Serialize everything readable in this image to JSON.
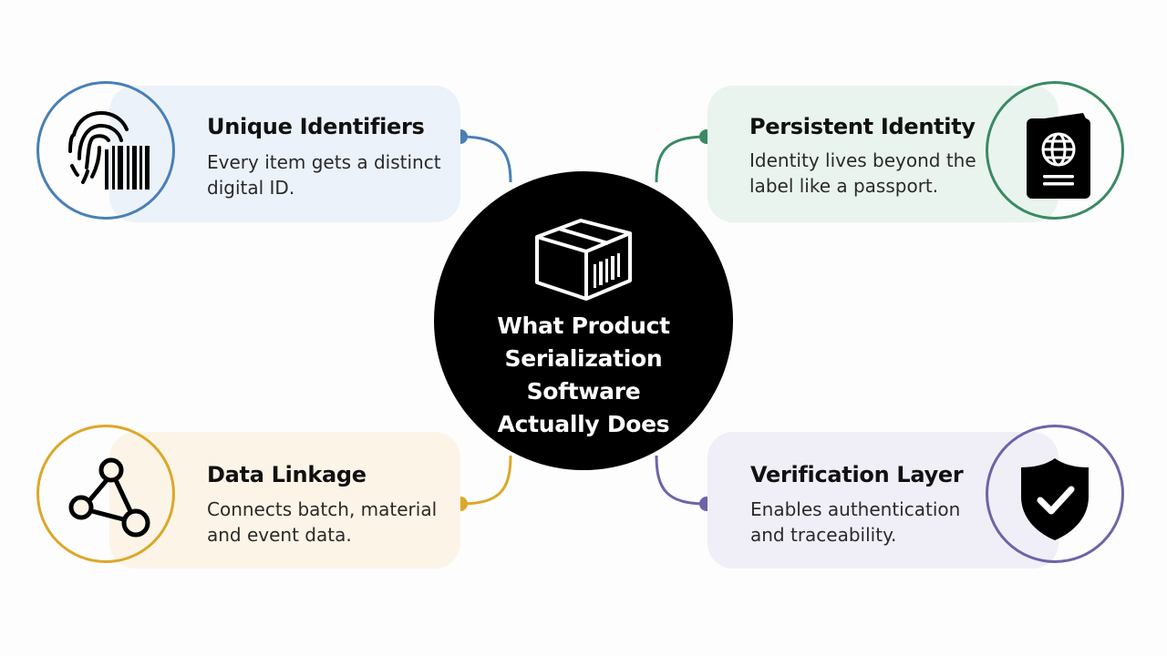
{
  "center": {
    "title_lines": [
      "What Product",
      "Serialization Software",
      "Actually Does"
    ],
    "icon": "package-box-icon"
  },
  "features": {
    "unique_identifiers": {
      "title": "Unique Identifiers",
      "description": "Every item gets a distinct digital ID.",
      "icon": "fingerprint-barcode-icon",
      "color": "#4a7fb5",
      "bg": "#ecf2f9"
    },
    "persistent_identity": {
      "title": "Persistent Identity",
      "description": "Identity lives beyond the label like a passport.",
      "icon": "passport-icon",
      "color": "#3a8a63",
      "bg": "#eaf4ee"
    },
    "data_linkage": {
      "title": "Data Linkage",
      "description": "Connects batch, material and event data.",
      "icon": "network-nodes-icon",
      "color": "#dca72a",
      "bg": "#fcf5e7"
    },
    "verification_layer": {
      "title": "Verification Layer",
      "description": "Enables authentication and traceability.",
      "icon": "shield-check-icon",
      "color": "#6f63a8",
      "bg": "#f0eff8"
    }
  }
}
